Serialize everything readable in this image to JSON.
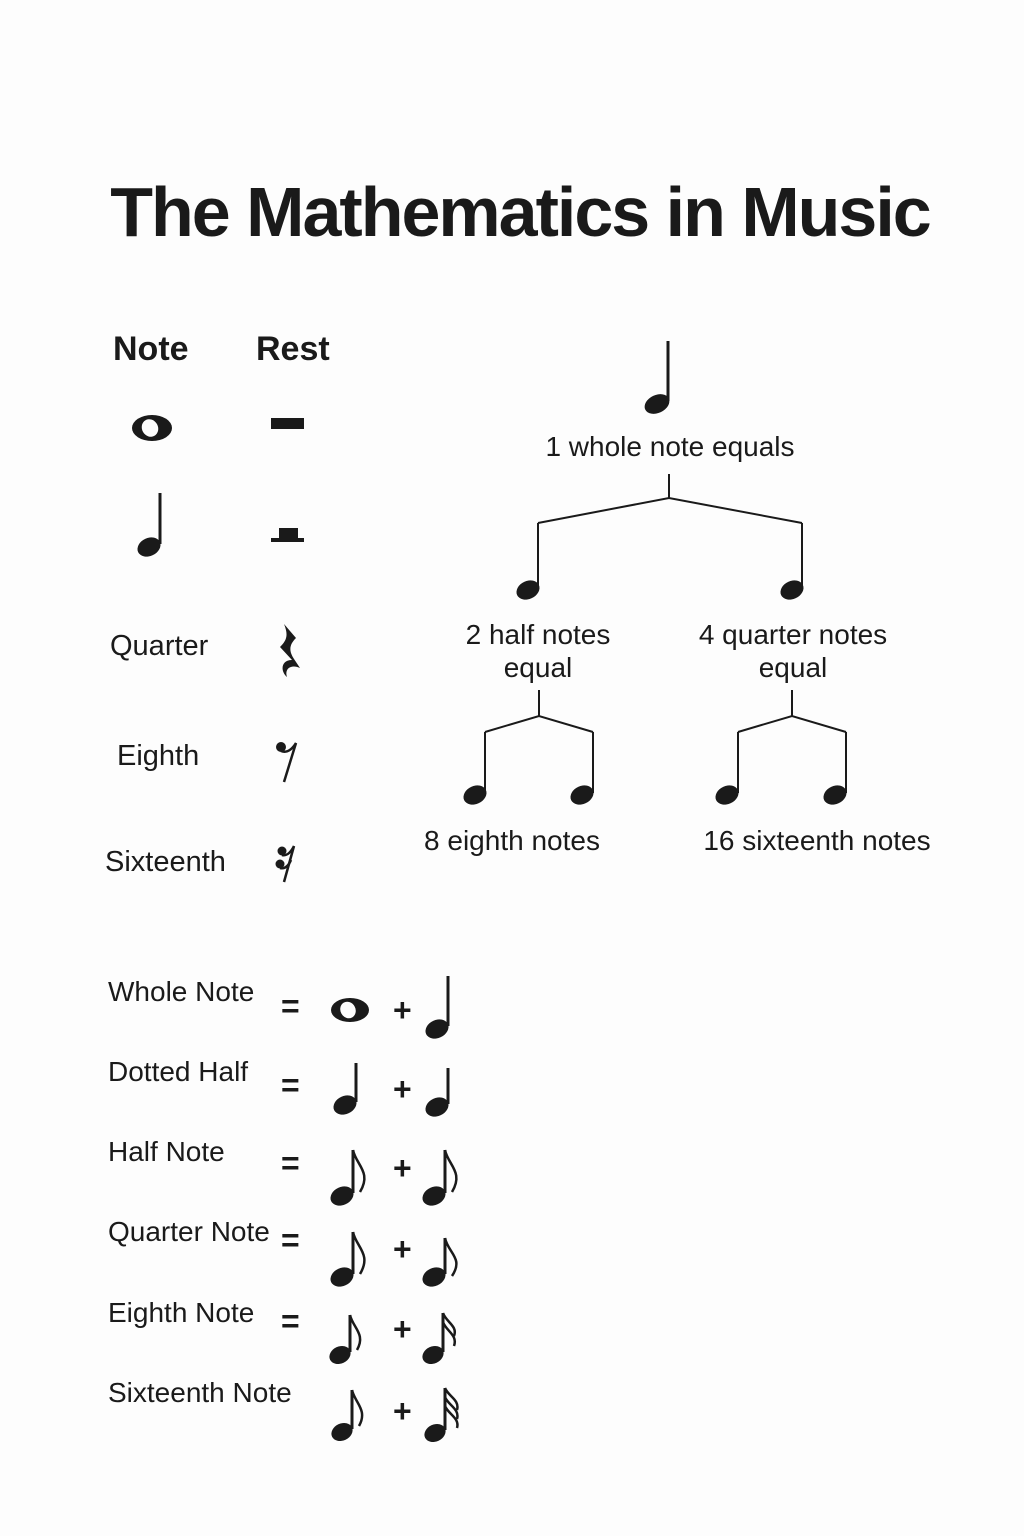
{
  "title": "The Mathematics in Music",
  "legend": {
    "header_note": "Note",
    "header_rest": "Rest",
    "rows": [
      {
        "label": "",
        "note_icon": "whole-note-icon",
        "rest_icon": "whole-rest-icon"
      },
      {
        "label": "",
        "note_icon": "half-note-icon",
        "rest_icon": "half-rest-icon"
      },
      {
        "label": "Quarter",
        "rest_icon": "quarter-rest-icon"
      },
      {
        "label": "Eighth",
        "rest_icon": "eighth-rest-icon"
      },
      {
        "label": "Sixteenth",
        "rest_icon": "sixteenth-rest-icon"
      }
    ]
  },
  "tree": {
    "root": "1 whole note equals",
    "level1_left": "2 half notes\nequal",
    "level1_right": "4 quarter notes\nequal",
    "level2_left": "8 eighth notes",
    "level2_right": "16 sixteenth notes"
  },
  "equations": {
    "equals_symbol": "=",
    "plus_symbol": "+",
    "rows": [
      {
        "label": "Whole Note",
        "left_icon": "whole-note-icon",
        "right_icon": "half-note-icon"
      },
      {
        "label": "Dotted Half",
        "left_icon": "half-note-icon",
        "right_icon": "half-note-icon"
      },
      {
        "label": "Half Note",
        "left_icon": "eighth-note-icon",
        "right_icon": "eighth-note-icon"
      },
      {
        "label": "Quarter Note",
        "left_icon": "eighth-note-icon",
        "right_icon": "eighth-note-icon"
      },
      {
        "label": "Eighth Note",
        "left_icon": "eighth-note-icon",
        "right_icon": "sixteenth-note-icon"
      },
      {
        "label": "Sixteenth Note",
        "left_icon": "eighth-note-icon",
        "right_icon": "thirty-second-note-icon"
      }
    ]
  }
}
